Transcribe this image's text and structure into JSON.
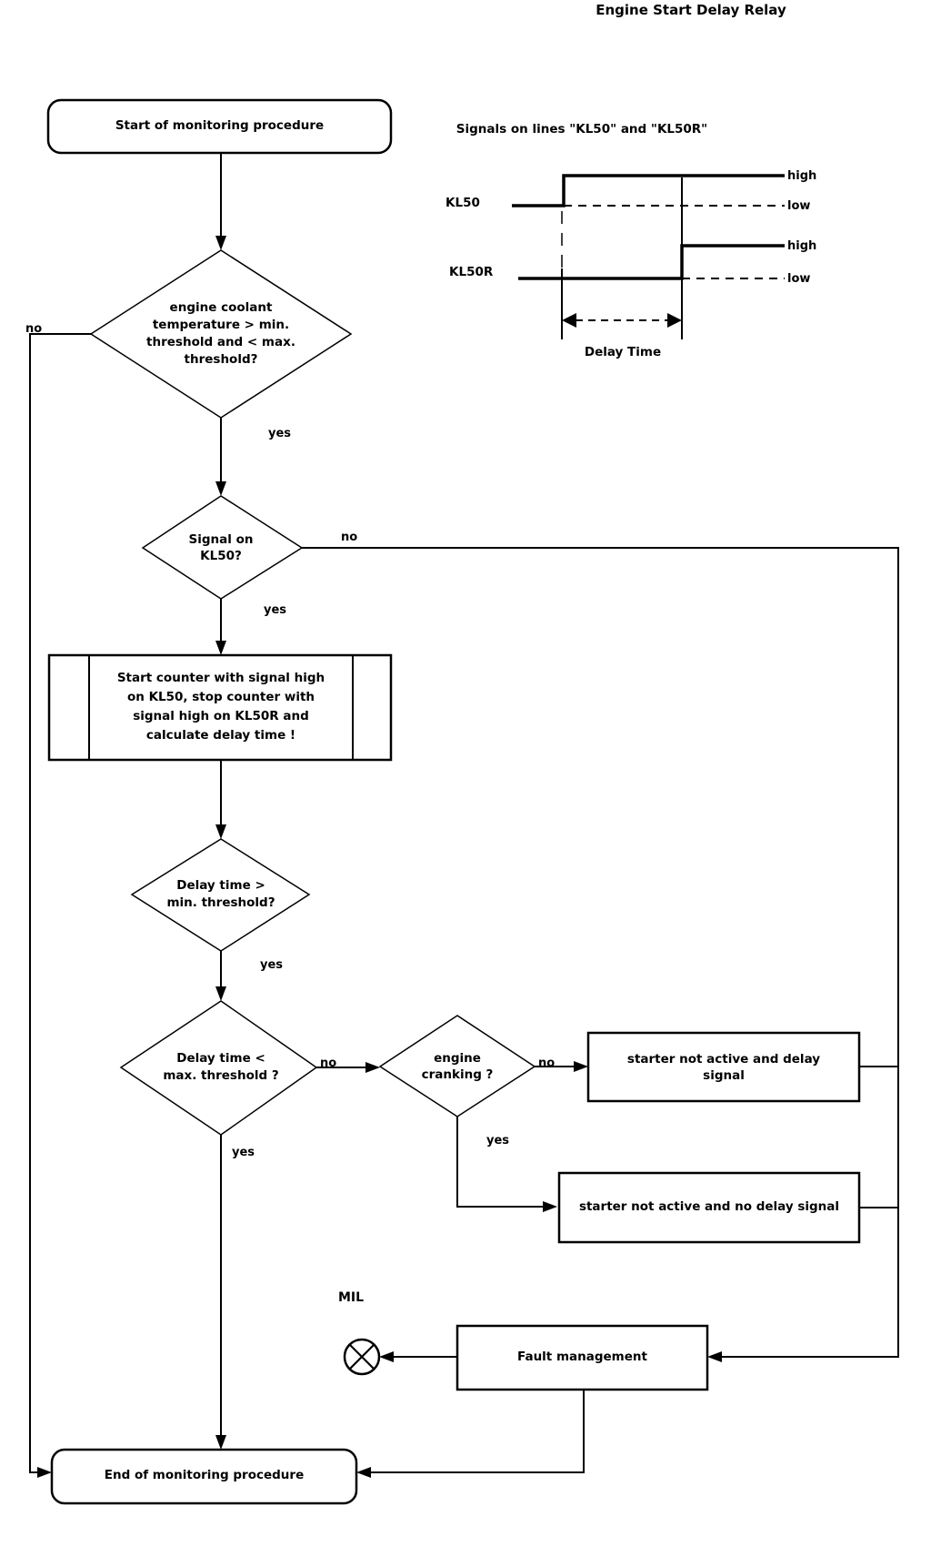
{
  "title": "Engine  Start  Delay Relay",
  "labels": {
    "yes": "yes",
    "no": "no"
  },
  "colors": {
    "ink": "#000000",
    "background": "#ffffff"
  },
  "signal_diagram": {
    "caption": "Signals on lines \"KL50\" and \"KL50R\"",
    "kl50_label": "KL50",
    "kl50r_label": "KL50R",
    "high_label": "high",
    "low_label": "low",
    "delay_label": "Delay Time",
    "description": "timing diagram: KL50 rises first, KL50R rises after Delay Time"
  },
  "nodes": {
    "start": {
      "label": "Start of monitoring procedure"
    },
    "d_coolant": {
      "line1": "engine coolant",
      "line2": "temperature > min.",
      "line3": "threshold and < max.",
      "line4": "threshold?"
    },
    "d_kl50": {
      "line1": "Signal on",
      "line2": "KL50?"
    },
    "p_counter": {
      "line1": "Start counter with signal high",
      "line2": "on KL50, stop counter with",
      "line3": "signal high on KL50R and",
      "line4": "calculate delay time !"
    },
    "d_min": {
      "line1": "Delay time >",
      "line2": "min. threshold?"
    },
    "d_max": {
      "line1": "Delay time <",
      "line2": "max. threshold ?"
    },
    "d_crank": {
      "line1": "engine",
      "line2": "cranking ?"
    },
    "b_delay": {
      "line1": "starter not active and delay",
      "line2": "signal"
    },
    "b_nodelay": {
      "label": "starter not active and no delay signal"
    },
    "mil": {
      "label": "MIL"
    },
    "fault": {
      "label": "Fault management"
    },
    "end": {
      "label": "End of monitoring procedure"
    }
  }
}
